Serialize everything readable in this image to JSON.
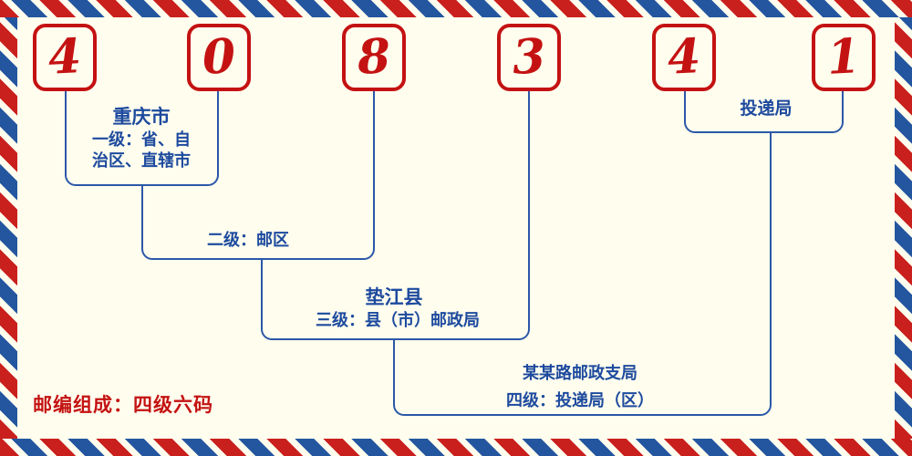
{
  "page": {
    "background": "#fffdee",
    "accent_red": "#c41212",
    "accent_blue": "#1d4a9e",
    "line_blue": "#2b58a8"
  },
  "postal_code": {
    "digits": [
      "4",
      "0",
      "8",
      "3",
      "4",
      "1"
    ]
  },
  "labels": {
    "level1_city": "重庆市",
    "level1_desc_line1": "一级：省、自",
    "level1_desc_line2": "治区、直辖市",
    "level2_desc": "二级：邮区",
    "level3_county": "垫江县",
    "level3_desc": "三级：县（市）邮政局",
    "level4_branch": "某某路邮政支局",
    "level4_desc": "四级：投递局（区）",
    "delivery_office": "投递局",
    "footer": "邮编组成：四级六码"
  }
}
